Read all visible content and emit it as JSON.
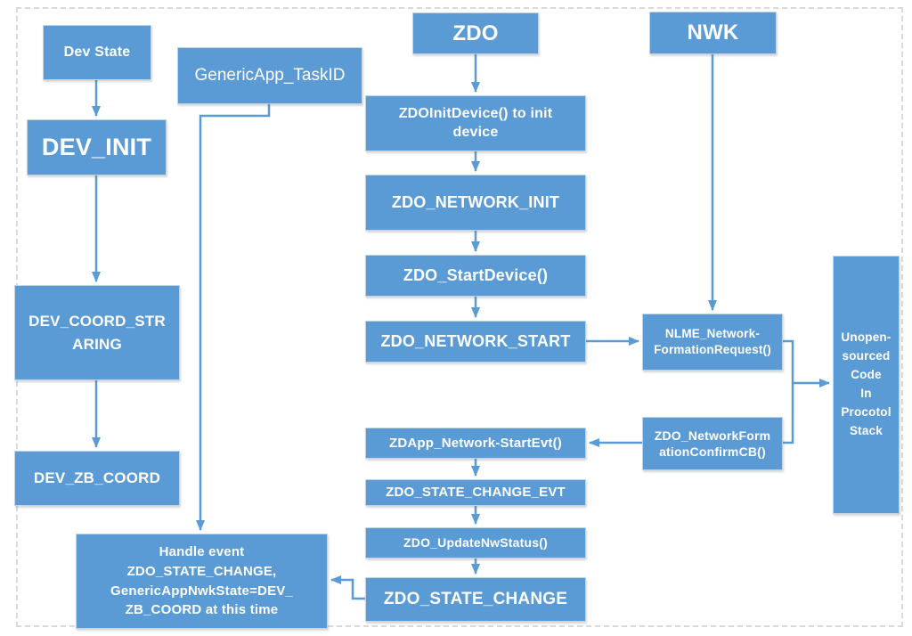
{
  "colors": {
    "node_fill": "#5b9bd5",
    "node_text": "#ffffff",
    "connector": "#5b9bd5",
    "frame_border": "#d9d9d9"
  },
  "nodes": {
    "dev_state": {
      "label": "Dev State"
    },
    "dev_init": {
      "label": "DEV_INIT"
    },
    "generic_app_task_id": {
      "label": "GenericApp_TaskID"
    },
    "zdo": {
      "label": "ZDO"
    },
    "nwk": {
      "label": "NWK"
    },
    "zdo_init_device": {
      "label": "ZDOInitDevice() to init\ndevice"
    },
    "zdo_network_init": {
      "label": "ZDO_NETWORK_INIT"
    },
    "zdo_start_device": {
      "label": "ZDO_StartDevice()"
    },
    "zdo_network_start": {
      "label": "ZDO_NETWORK_START"
    },
    "nlme_network_formation_request": {
      "label": "NLME_Network-\nFormationRequest()"
    },
    "zdo_network_formation_confirm": {
      "label": "ZDO_NetworkForm\nationConfirmCB()"
    },
    "unopen_sourced": {
      "label": "Unopen-\nsourced\nCode\nIn\nProcotol\nStack"
    },
    "zdapp_network_start_evt": {
      "label": "ZDApp_Network-StartEvt()"
    },
    "zdo_state_change_evt": {
      "label": "ZDO_STATE_CHANGE_EVT"
    },
    "zdo_update_nw_status": {
      "label": "ZDO_UpdateNwStatus()"
    },
    "zdo_state_change": {
      "label": "ZDO_STATE_CHANGE"
    },
    "dev_coord_straring": {
      "label": "DEV_COORD_STR\nARING"
    },
    "dev_zb_coord": {
      "label": "DEV_ZB_COORD"
    },
    "handle_event": {
      "label": "Handle event\nZDO_STATE_CHANGE,\nGenericAppNwkState=DEV_\nZB_COORD at this time"
    }
  }
}
